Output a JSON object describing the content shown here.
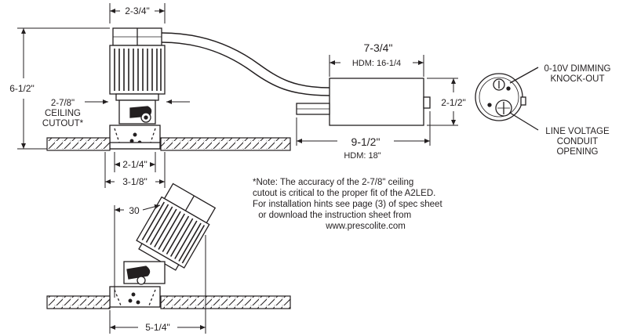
{
  "dimensions": {
    "top_width": "2-3/4\"",
    "height": "6-1/2\"",
    "cutout_size": "2-7/8\"",
    "cutout_label_1": "CEILING",
    "cutout_label_2": "CUTOUT*",
    "trim_inner": "2-1/4\"",
    "trim_outer": "3-1/8\"",
    "driver_length": "7-3/4\"",
    "driver_length_hdm": "HDM: 16-1/4",
    "driver_height": "2-1/2\"",
    "driver_overall": "9-1/2\"",
    "driver_overall_hdm": "HDM: 18\"",
    "tilt_angle": "30",
    "tilted_width": "5-1/4\""
  },
  "callouts": {
    "dimming_1": "0-10V DIMMING",
    "dimming_2": "KNOCK-OUT",
    "line_voltage_1": "LINE VOLTAGE",
    "line_voltage_2": "CONDUIT",
    "line_voltage_3": "OPENING"
  },
  "note": {
    "line1": "*Note: The accuracy of the 2-7/8\" ceiling",
    "line2": "cutout is critical to the proper fit of the A2LED.",
    "line3": "For installation hints see page (3) of spec sheet",
    "line4": " or download the instruction sheet from",
    "line5": "www.prescolite.com"
  }
}
